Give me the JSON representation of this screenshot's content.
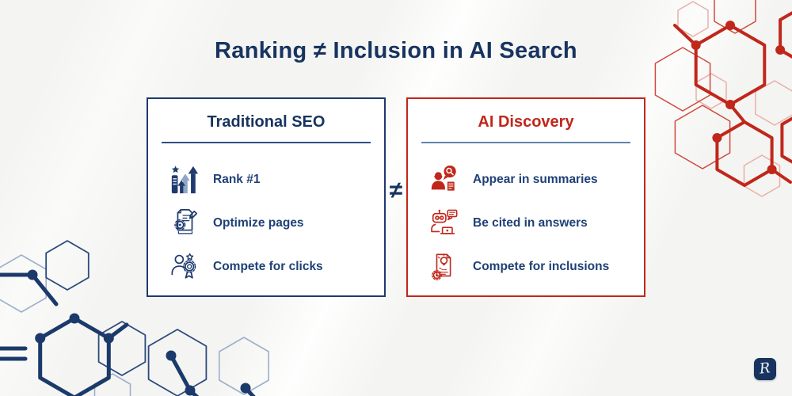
{
  "title": "Ranking ≠ Inclusion in AI Search",
  "not_equal_symbol": "≠",
  "left_card": {
    "title": "Traditional SEO",
    "items": [
      {
        "icon": "rank-growth-icon",
        "label": "Rank #1"
      },
      {
        "icon": "optimize-page-icon",
        "label": "Optimize pages"
      },
      {
        "icon": "compete-clicks-icon",
        "label": "Compete for clicks"
      }
    ]
  },
  "right_card": {
    "title": "AI Discovery",
    "items": [
      {
        "icon": "appear-summaries-icon",
        "label": "Appear in summaries"
      },
      {
        "icon": "cited-answers-icon",
        "label": "Be cited in answers"
      },
      {
        "icon": "compete-inclusions-icon",
        "label": "Compete for inclusions"
      }
    ]
  },
  "logo": {
    "letter": "R"
  },
  "colors": {
    "navy": "#1e3a6e",
    "red": "#c0271a",
    "title_text": "#17335f",
    "item_text": "#1f4076",
    "divider_left": "#2e4f86",
    "divider_right": "#5e86b0",
    "background": "#f4f4f2"
  }
}
